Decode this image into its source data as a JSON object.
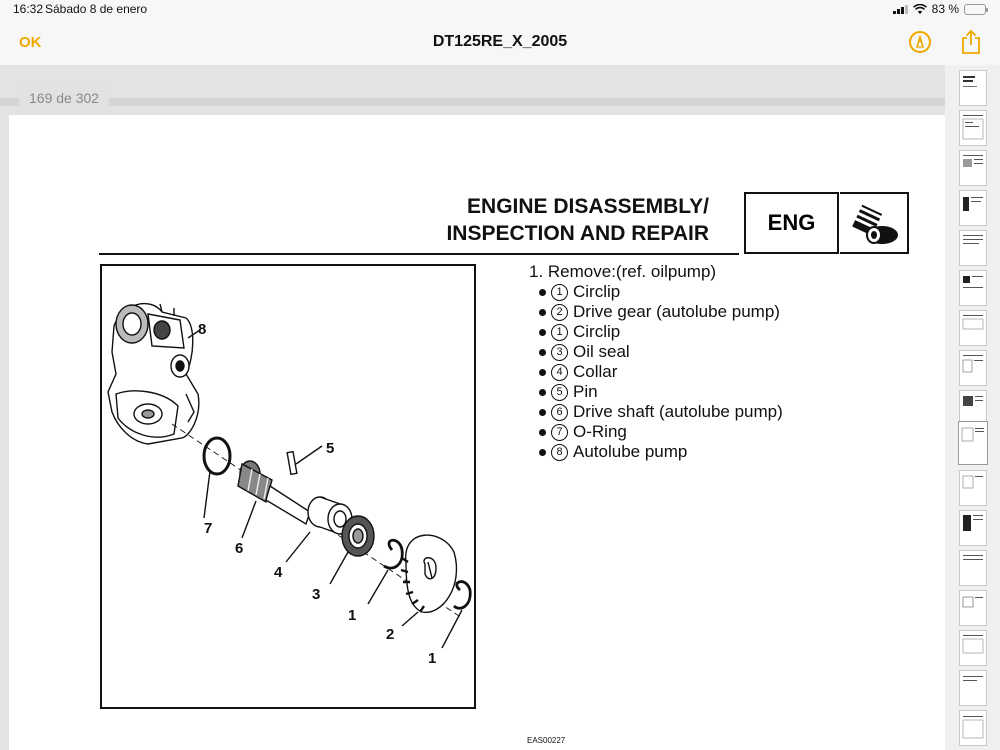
{
  "status": {
    "time": "16:32",
    "date": "Sábado 8 de enero",
    "battery": "83 %",
    "battery_level": 0.83
  },
  "nav": {
    "ok_label": "OK",
    "title": "DT125RE_X_2005"
  },
  "viewer": {
    "page_counter": "169 de 302",
    "current_page": 169,
    "total_pages": 302
  },
  "page": {
    "heading_line1": "ENGINE DISASSEMBLY/",
    "heading_line2": "INSPECTION AND REPAIR",
    "section_tag": "ENG",
    "step_header": "1. Remove:(ref. oilpump)",
    "items": [
      {
        "num": "1",
        "label": "Circlip"
      },
      {
        "num": "2",
        "label": "Drive gear (autolube pump)"
      },
      {
        "num": "1",
        "label": "Circlip"
      },
      {
        "num": "3",
        "label": "Oil seal"
      },
      {
        "num": "4",
        "label": "Collar"
      },
      {
        "num": "5",
        "label": "Pin"
      },
      {
        "num": "6",
        "label": "Drive shaft (autolube pump)"
      },
      {
        "num": "7",
        "label": "O-Ring"
      },
      {
        "num": "8",
        "label": "Autolube pump"
      }
    ],
    "footer_code": "EAS00227"
  },
  "diagram": {
    "callouts": {
      "c8": "8",
      "c5": "5",
      "c7": "7",
      "c6": "6",
      "c4": "4",
      "c3": "3",
      "c1a": "1",
      "c2": "2",
      "c1b": "1"
    }
  },
  "colors": {
    "accent": "#f0a800"
  }
}
